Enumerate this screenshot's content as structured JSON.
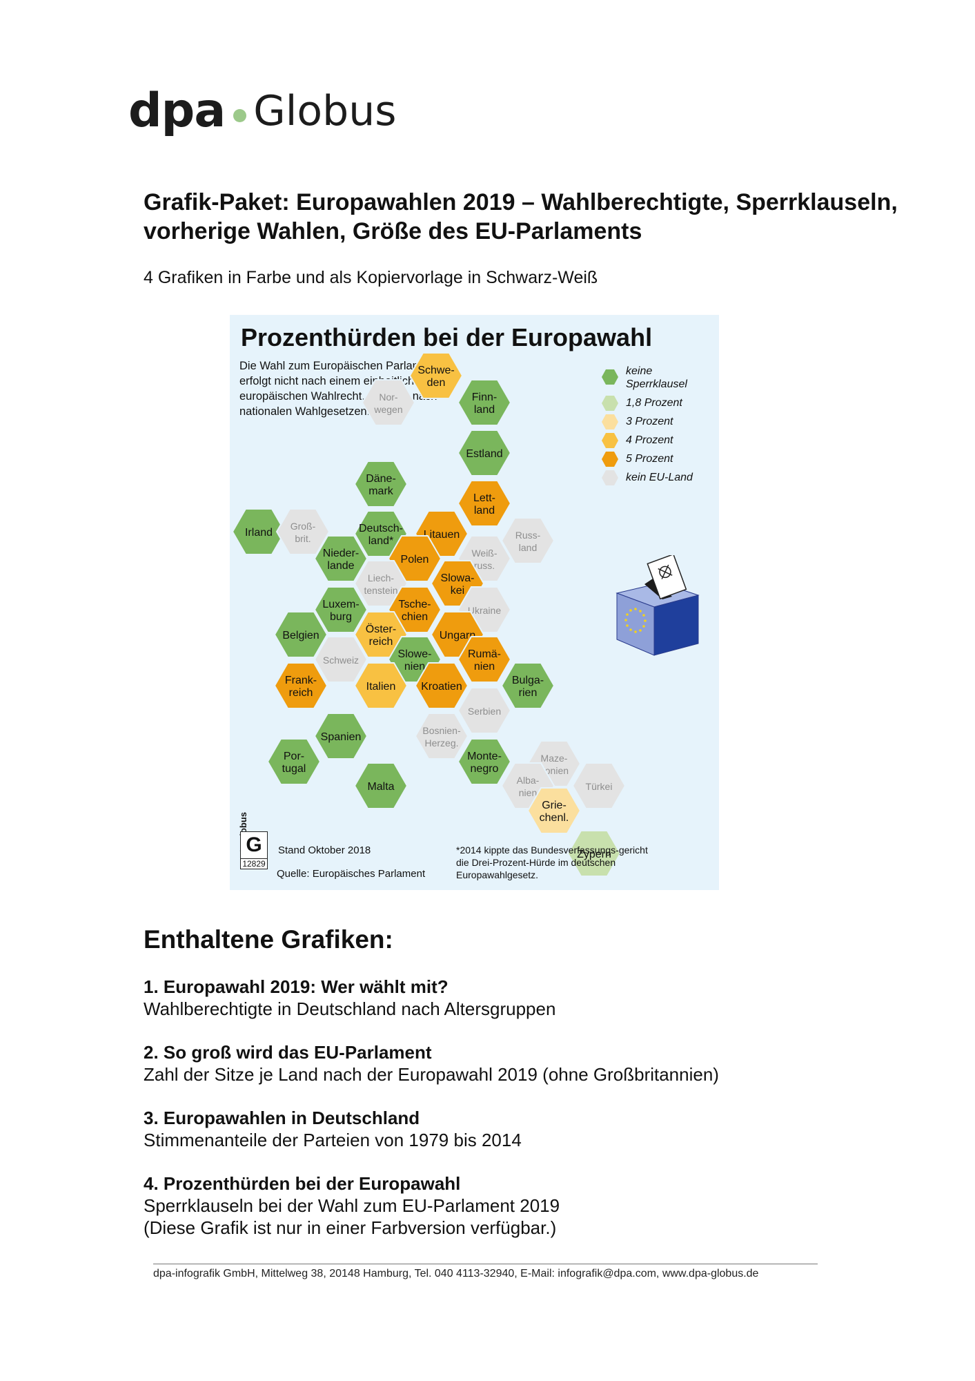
{
  "logo": {
    "dpa": "dpa",
    "globus": "Globus"
  },
  "headline": "Grafik-Paket: Europawahlen 2019 – Wahlberechtigte, Sperrklauseln, vorherige Wahlen, Größe des EU-Parlaments",
  "subline": "4 Grafiken in Farbe und als Kopiervorlage in Schwarz-Weiß",
  "infographic": {
    "title": "Prozenthürden bei der Europawahl",
    "intro": "Die Wahl zum Europäischen Parlament erfolgt nicht nach einem einheitlichen europäischen Wahlrecht, sondern nach nationalen Wahlgesetzen.",
    "legend": {
      "caption": "keine Sperrklausel",
      "items": [
        {
          "label": "1,8 Prozent",
          "color": "#c8e0ad"
        },
        {
          "label": "3 Prozent",
          "color": "#fbdf9e"
        },
        {
          "label": "4 Prozent",
          "color": "#f8c142"
        },
        {
          "label": "5 Prozent",
          "color": "#ef9c0e"
        },
        {
          "label": "kein EU-Land",
          "color": "#e3e3e3"
        }
      ],
      "caption_color": "#7ab65c"
    },
    "countries": [
      {
        "name": "Schwe-\nden",
        "cat": "pct4"
      },
      {
        "name": "Nor-\nwegen",
        "cat": "none"
      },
      {
        "name": "Finn-\nland",
        "cat": "green"
      },
      {
        "name": "Estland",
        "cat": "green"
      },
      {
        "name": "Däne-\nmark",
        "cat": "green"
      },
      {
        "name": "Lett-\nland",
        "cat": "pct5"
      },
      {
        "name": "Irland",
        "cat": "green"
      },
      {
        "name": "Groß-\nbrit.",
        "cat": "none"
      },
      {
        "name": "Deutsch-\nland*",
        "cat": "green"
      },
      {
        "name": "Litauen",
        "cat": "pct5"
      },
      {
        "name": "Russ-\nland",
        "cat": "none"
      },
      {
        "name": "Nieder-\nlande",
        "cat": "green"
      },
      {
        "name": "Polen",
        "cat": "pct5"
      },
      {
        "name": "Weiß-\nruss.",
        "cat": "none"
      },
      {
        "name": "Liech-\ntenstein",
        "cat": "none"
      },
      {
        "name": "Slowa-\nkei",
        "cat": "pct5"
      },
      {
        "name": "Luxem-\nburg",
        "cat": "green"
      },
      {
        "name": "Tsche-\nchien",
        "cat": "pct5"
      },
      {
        "name": "Ukraine",
        "cat": "none"
      },
      {
        "name": "Belgien",
        "cat": "green"
      },
      {
        "name": "Öster-\nreich",
        "cat": "pct4"
      },
      {
        "name": "Ungarn",
        "cat": "pct5"
      },
      {
        "name": "Schweiz",
        "cat": "none"
      },
      {
        "name": "Slowe-\nnien",
        "cat": "green"
      },
      {
        "name": "Rumä-\nnien",
        "cat": "pct5"
      },
      {
        "name": "Frank-\nreich",
        "cat": "pct5"
      },
      {
        "name": "Italien",
        "cat": "pct4"
      },
      {
        "name": "Kroatien",
        "cat": "pct5"
      },
      {
        "name": "Bulga-\nrien",
        "cat": "green"
      },
      {
        "name": "Serbien",
        "cat": "none"
      },
      {
        "name": "Spanien",
        "cat": "green"
      },
      {
        "name": "Bosnien-\nHerzeg.",
        "cat": "none"
      },
      {
        "name": "Por-\ntugal",
        "cat": "green"
      },
      {
        "name": "Monte-\nnegro",
        "cat": "green"
      },
      {
        "name": "Maze-\ndonien",
        "cat": "none"
      },
      {
        "name": "Malta",
        "cat": "green"
      },
      {
        "name": "Alba-\nnien",
        "cat": "none"
      },
      {
        "name": "Türkei",
        "cat": "none"
      },
      {
        "name": "Grie-\nchenl.",
        "cat": "pct3"
      },
      {
        "name": "Zypern",
        "cat": "pct18"
      }
    ],
    "copyright": "© Globus",
    "globus_mark": "G",
    "graphic_number": "12829",
    "stand": "Stand Oktober 2018",
    "quelle": "Quelle: Europäisches Parlament",
    "footnote": "*2014 kippte das Bundesverfassungs-gericht die Drei-Prozent-Hürde im deutschen Europawahlgesetz."
  },
  "contents": {
    "heading": "Enthaltene Grafiken:",
    "entries": [
      {
        "title": "1. Europawahl 2019: Wer wählt mit?",
        "desc": "Wahlberechtigte in Deutschland nach Altersgruppen",
        "note": ""
      },
      {
        "title": "2. So groß wird das EU-Parlament",
        "desc": "Zahl der Sitze je Land nach der Europawahl 2019 (ohne Großbritannien)",
        "note": ""
      },
      {
        "title": "3. Europawahlen in Deutschland",
        "desc": "Stimmenanteile der Parteien von 1979 bis 2014",
        "note": ""
      },
      {
        "title": "4. Prozenthürden bei der Europawahl",
        "desc": "Sperrklauseln bei der Wahl zum EU-Parlament 2019",
        "note": "(Diese Grafik ist nur in einer Farbversion verfügbar.)"
      }
    ]
  },
  "footer": "dpa-infografik GmbH, Mittelweg 38, 20148 Hamburg, Tel. 040 4113-32940, E-Mail: infografik@dpa.com,   www.dpa-globus.de",
  "colors": {
    "green": "#7ab65c",
    "pct18": "#c8e0ad",
    "pct3": "#fbdf9e",
    "pct4": "#f8c142",
    "pct5": "#ef9c0e",
    "none": "#e3e3e3",
    "background": "#e6f3fb"
  }
}
